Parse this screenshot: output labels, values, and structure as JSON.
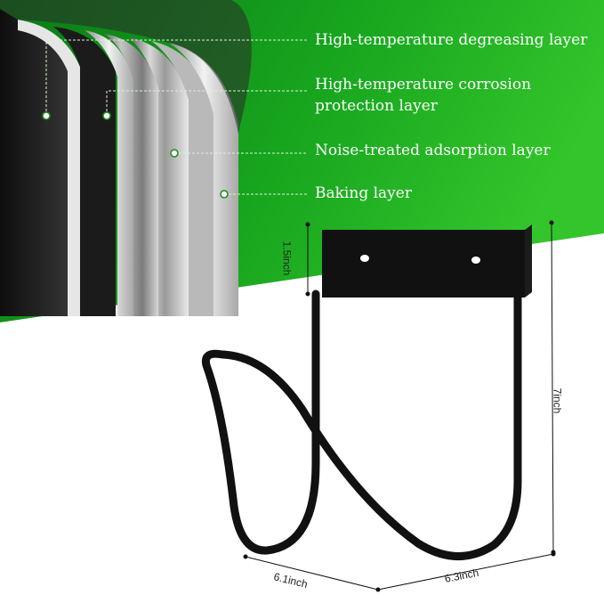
{
  "layers": [
    {
      "label": "High-temperature degreasing layer"
    },
    {
      "label": "High-temperature corrosion\nprotection layer"
    },
    {
      "label": "Noise-treated adsorption layer"
    },
    {
      "label": "Baking layer"
    }
  ],
  "dimensions": {
    "plate_height": "1.5inch",
    "total_height": "7inch",
    "depth": "6.1inch",
    "width": "6.3inch"
  },
  "colors": {
    "banner_green": "#0c8a1a",
    "banner_green_light": "#2fc42c",
    "hanger_black": "#111111"
  }
}
